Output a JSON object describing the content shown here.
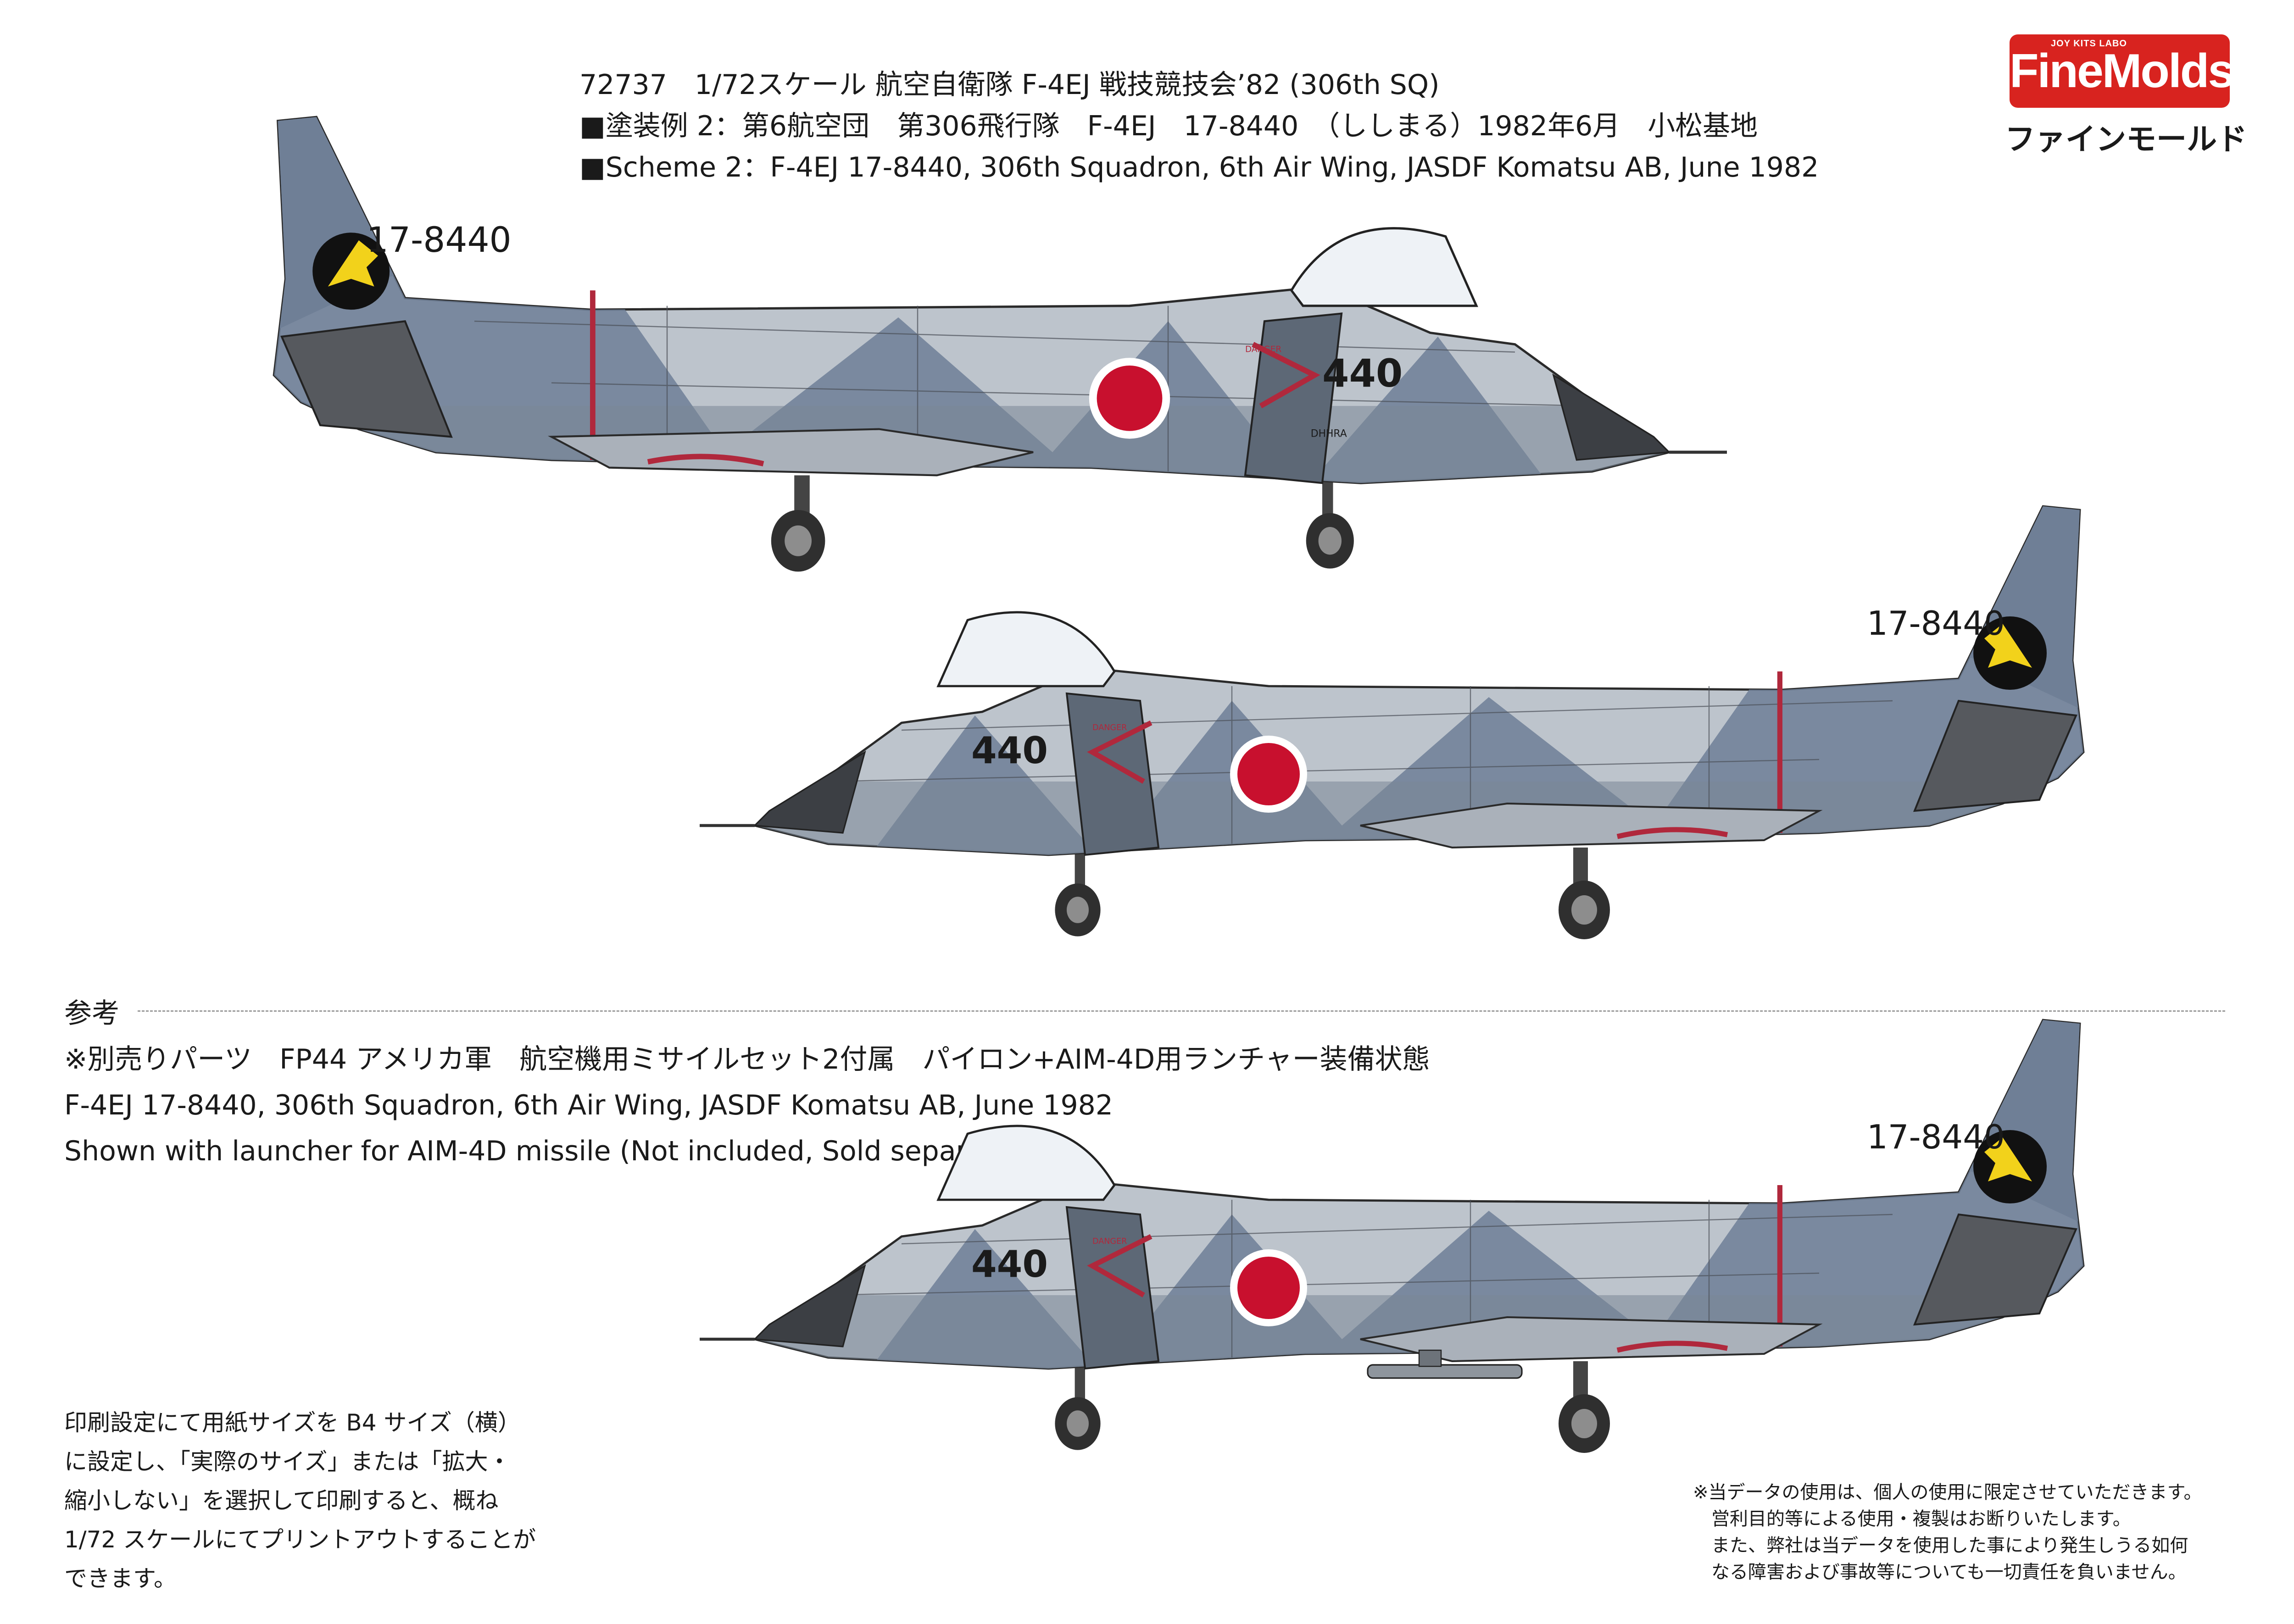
{
  "header": {
    "line1": "72737　1/72スケール 航空自衛隊 F-4EJ  戦技競技会’82 (306th SQ)",
    "line2": "■塗装例 2：第6航空団　第306飛行隊　F-4EJ　17-8440　（ししまる）1982年6月　小松基地",
    "line3": "■Scheme 2：F-4EJ 17-8440, 306th Squadron, 6th Air Wing, JASDF Komatsu AB, June 1982"
  },
  "logo": {
    "tagline": "JOY KITS LABO",
    "name": "FineMolds",
    "katakana": "ファインモールド"
  },
  "aircraft": {
    "tail_number": "17-8440",
    "nose_number": "440",
    "warning_label": "DANGER",
    "intake_code": "DHHRA"
  },
  "reference": {
    "heading": "参考",
    "line1": "※別売りパーツ　FP44 アメリカ軍　航空機用ミサイルセット2付属　パイロン+AIM-4D用ランチャー装備状態",
    "line2": "F-4EJ 17-8440, 306th Squadron, 6th Air Wing, JASDF Komatsu AB, June 1982",
    "line3": "Shown with launcher for AIM-4D missile (Not included, Sold separately)"
  },
  "print_note": {
    "line1": "印刷設定にて用紙サイズを B4 サイズ（横）",
    "line2": "に設定し、「実際のサイズ」または「拡大・",
    "line3": "縮小しない」を選択して印刷すると、概ね",
    "line4": "1/72 スケールにてプリントアウトすることが",
    "line5": "できます。"
  },
  "usage_note": {
    "line1": "※当データの使用は、個人の使用に限定させていただきます。",
    "line2": "営利目的等による使用・複製はお断りいたします。",
    "line3": "また、弊社は当データを使用した事により発生しうる如何",
    "line4": "なる障害および事故等についても一切責任を負いません。"
  },
  "colors": {
    "camo_dark": "#6f7f96",
    "camo_light": "#bdc4cc",
    "hinomaru": "#c8102e",
    "stripe": "#b0283c",
    "emblem": "#f2d21b",
    "logo_red": "#d8231f"
  }
}
